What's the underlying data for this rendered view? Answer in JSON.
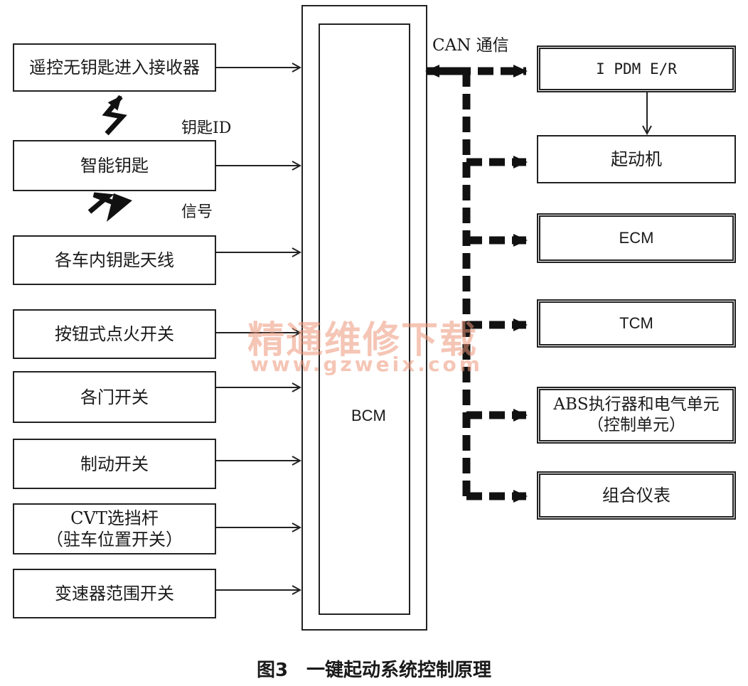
{
  "inputs": [
    {
      "label": "遥控无钥匙进入接收器"
    },
    {
      "label": "智能钥匙"
    },
    {
      "label": "各车内钥匙天线"
    },
    {
      "label": "按钮式点火开关"
    },
    {
      "label": "各门开关"
    },
    {
      "label": "制动开关"
    },
    {
      "label": "CVT选挡杆\n（驻车位置开关）"
    },
    {
      "label": "变速器范围开关"
    }
  ],
  "bcm": {
    "label": "BCM"
  },
  "can_label": "CAN 通信",
  "key_id_label": "钥匙ID",
  "signal_label": "信号",
  "outputs": [
    {
      "label": "I PDM E/R"
    },
    {
      "label": "起动机"
    },
    {
      "label": "ECM"
    },
    {
      "label": "TCM"
    },
    {
      "label": "ABS执行器和电气单元\n（控制单元）"
    },
    {
      "label": "组合仪表"
    }
  ],
  "watermark": {
    "line1": "精通维修下载",
    "line2": "www.gzweix.com"
  },
  "caption": "图3　一键起动系统控制原理"
}
